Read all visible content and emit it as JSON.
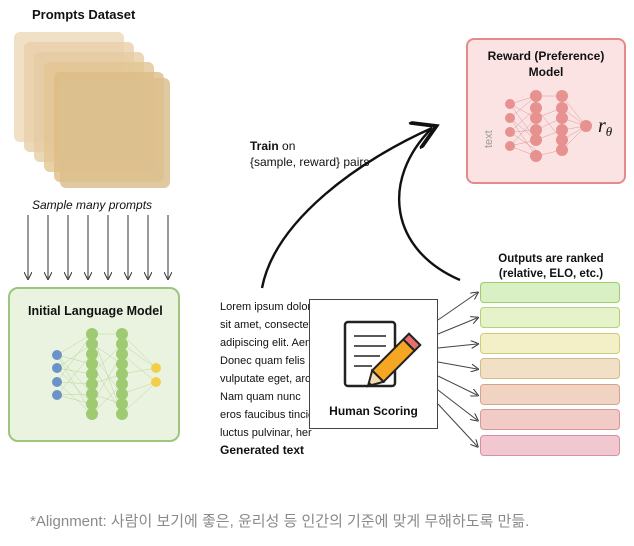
{
  "dataset": {
    "title": "Prompts Dataset",
    "sample_label": "Sample many prompts"
  },
  "reward_model": {
    "title_line1": "Reward (Preference)",
    "title_line2": "Model",
    "input_label": "text",
    "output_symbol": "r",
    "output_subscript": "θ"
  },
  "train": {
    "bold": "Train",
    "rest": " on",
    "line2": "{sample, reward} pairs"
  },
  "initial_lm": {
    "title": "Initial Language Model"
  },
  "generated": {
    "lines": [
      "Lorem ipsum dolor",
      "sit amet, consectet",
      "adipiscing elit. Aen",
      "Donec quam felis",
      "vulputate eget, arc",
      "Nam quam nunc",
      "eros faucibus tincic",
      "luctus pulvinar, her"
    ],
    "label": "Generated text"
  },
  "human_scoring": {
    "label": "Human Scoring"
  },
  "ranked": {
    "title_line1": "Outputs are ranked",
    "title_line2": "(relative, ELO, etc.)",
    "colors": [
      {
        "fill": "#d9f0c4",
        "stroke": "#9ccd6d"
      },
      {
        "fill": "#e6f2c9",
        "stroke": "#b2d27a"
      },
      {
        "fill": "#f3f0c7",
        "stroke": "#d3cb7a"
      },
      {
        "fill": "#f2e0c6",
        "stroke": "#d9b987"
      },
      {
        "fill": "#f0d3c3",
        "stroke": "#d9a28a"
      },
      {
        "fill": "#f1cbc6",
        "stroke": "#d99791"
      },
      {
        "fill": "#f1c7d0",
        "stroke": "#d98fa4"
      }
    ]
  },
  "footnote": "*Alignment: 사람이 보기에 좋은, 윤리성 등 인간의 기준에 맞게 무해하도록 만듦."
}
